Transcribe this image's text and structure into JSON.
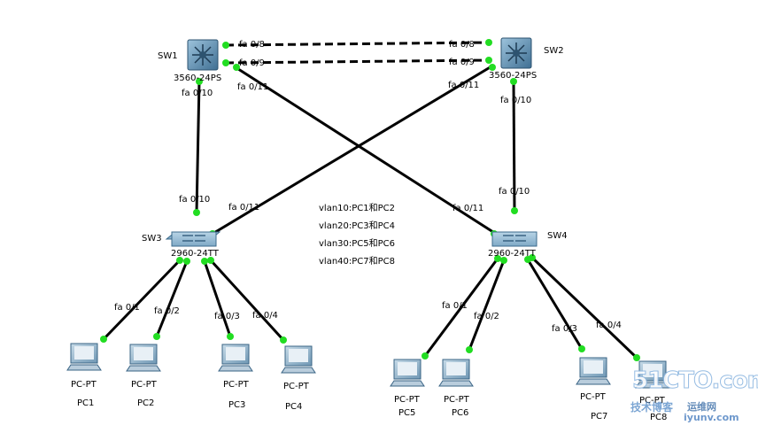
{
  "switches": {
    "sw1": {
      "name": "SW1",
      "model": "3560-24PS"
    },
    "sw2": {
      "name": "SW2",
      "model": "3560-24PS"
    },
    "sw3": {
      "name": "SW3",
      "model": "2960-24TT"
    },
    "sw4": {
      "name": "SW4",
      "model": "2960-24TT"
    }
  },
  "ports": {
    "sw1_fa08": "fa 0/8",
    "sw1_fa09": "fa 0/9",
    "sw1_fa010": "fa 0/10",
    "sw1_fa011": "fa 0/11",
    "sw2_fa08": "fa 0/8",
    "sw2_fa09": "fa 0/9",
    "sw2_fa010": "fa 0/10",
    "sw2_fa011": "fa 0/11",
    "sw3_fa010": "fa 0/10",
    "sw3_fa011": "fa 0/11",
    "sw3_fa01": "fa 0/1",
    "sw3_fa02": "fa 0/2",
    "sw3_fa03": "fa 0/3",
    "sw3_fa04": "fa 0/4",
    "sw4_fa010": "fa 0/10",
    "sw4_fa011": "fa 0/11",
    "sw4_fa01": "fa 0/1",
    "sw4_fa02": "fa 0/2",
    "sw4_fa03": "fa 0/3",
    "sw4_fa04": "fa 0/4"
  },
  "pcs": [
    {
      "type": "PC-PT",
      "name": "PC1"
    },
    {
      "type": "PC-PT",
      "name": "PC2"
    },
    {
      "type": "PC-PT",
      "name": "PC3"
    },
    {
      "type": "PC-PT",
      "name": "PC4"
    },
    {
      "type": "PC-PT",
      "name": "PC5"
    },
    {
      "type": "PC-PT",
      "name": "PC6"
    },
    {
      "type": "PC-PT",
      "name": "PC7"
    },
    {
      "type": "PC-PT",
      "name": "PC8"
    }
  ],
  "vlan_notes": [
    "vlan10:PC1和PC2",
    "vlan20:PC3和PC4",
    "vlan30:PC5和PC6",
    "vlan40:PC7和PC8"
  ],
  "watermark": {
    "logo": "51CTO.com",
    "line1": "技术博客",
    "line2": "运维网",
    "line3": "iyunv.com"
  },
  "colors": {
    "link": "#000000",
    "port_up": "#22dd22",
    "switch_body": "#5f8fb0"
  }
}
